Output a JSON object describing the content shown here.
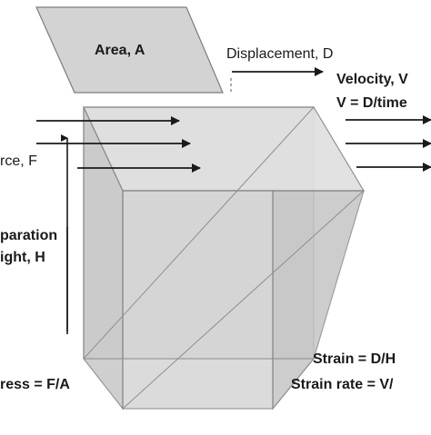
{
  "labels": {
    "area": "Area, A",
    "displacement": "Displacement, D",
    "velocity": "Velocity, V",
    "velocity_formula": "V = D/time",
    "force": "rce, F",
    "separation_line1": "paration",
    "separation_line2": "ight, H",
    "stress": "ress = F/A",
    "strain": "Strain = D/H",
    "strain_rate": "Strain rate = V/"
  },
  "colors": {
    "block_front": "#cfcfcf",
    "block_top": "#dedede",
    "block_side": "#bdbdbd",
    "plate": "#d3d3d3",
    "stroke": "#7d7d7d",
    "arrow": "#1a1a1a"
  },
  "icons": {
    "arrow": "right-arrow-icon",
    "height_arrow": "up-down-arrow-icon"
  }
}
